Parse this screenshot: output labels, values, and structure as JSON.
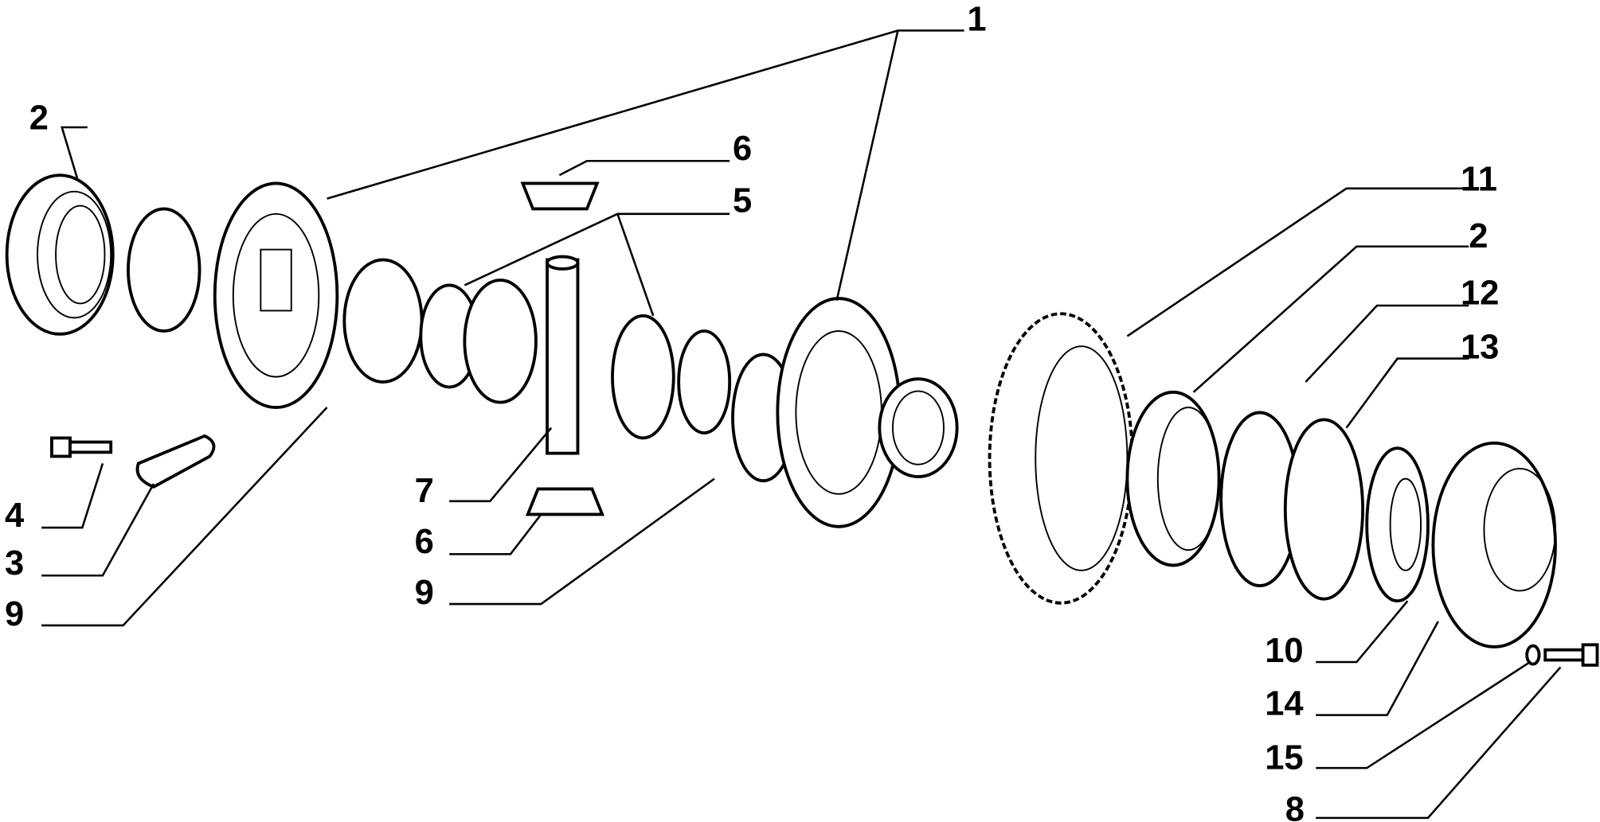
{
  "diagram": {
    "title": "Differential exploded view",
    "callouts": [
      "1",
      "2",
      "6",
      "5",
      "11",
      "2",
      "12",
      "13",
      "7",
      "6",
      "9",
      "4",
      "3",
      "9",
      "10",
      "14",
      "15",
      "8"
    ]
  }
}
